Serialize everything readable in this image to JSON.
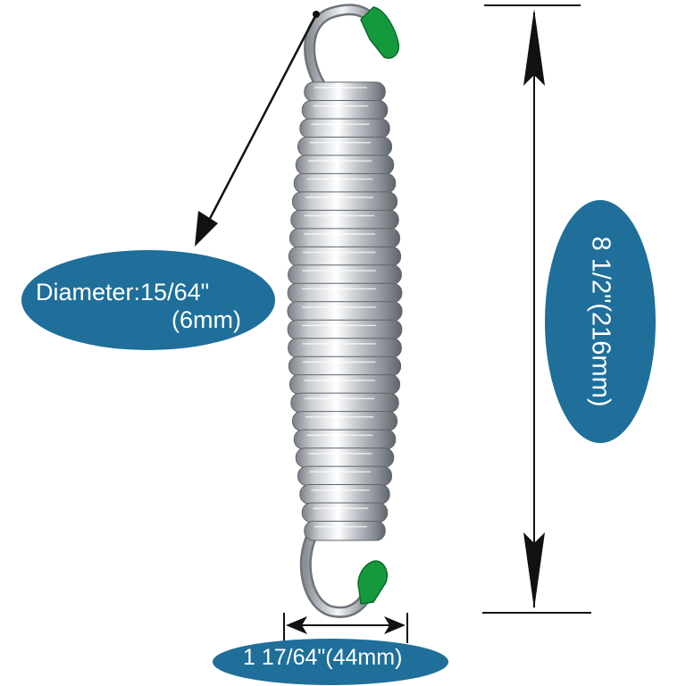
{
  "image": {
    "subject": "extension spring with hooks",
    "colors": {
      "callout": "#1f6f9a",
      "hook_cap": "#149a3d",
      "steel_light": "#f4f6f8",
      "steel_dark": "#6e747a",
      "arrow": "#111111"
    }
  },
  "annotations": {
    "diameter_line1": "Diameter:15/64\"",
    "diameter_line2": "(6mm)",
    "length": "8 1/2\"(216mm)",
    "width": "1 17/64\"(44mm)"
  },
  "spring": {
    "coil_count": 25
  }
}
